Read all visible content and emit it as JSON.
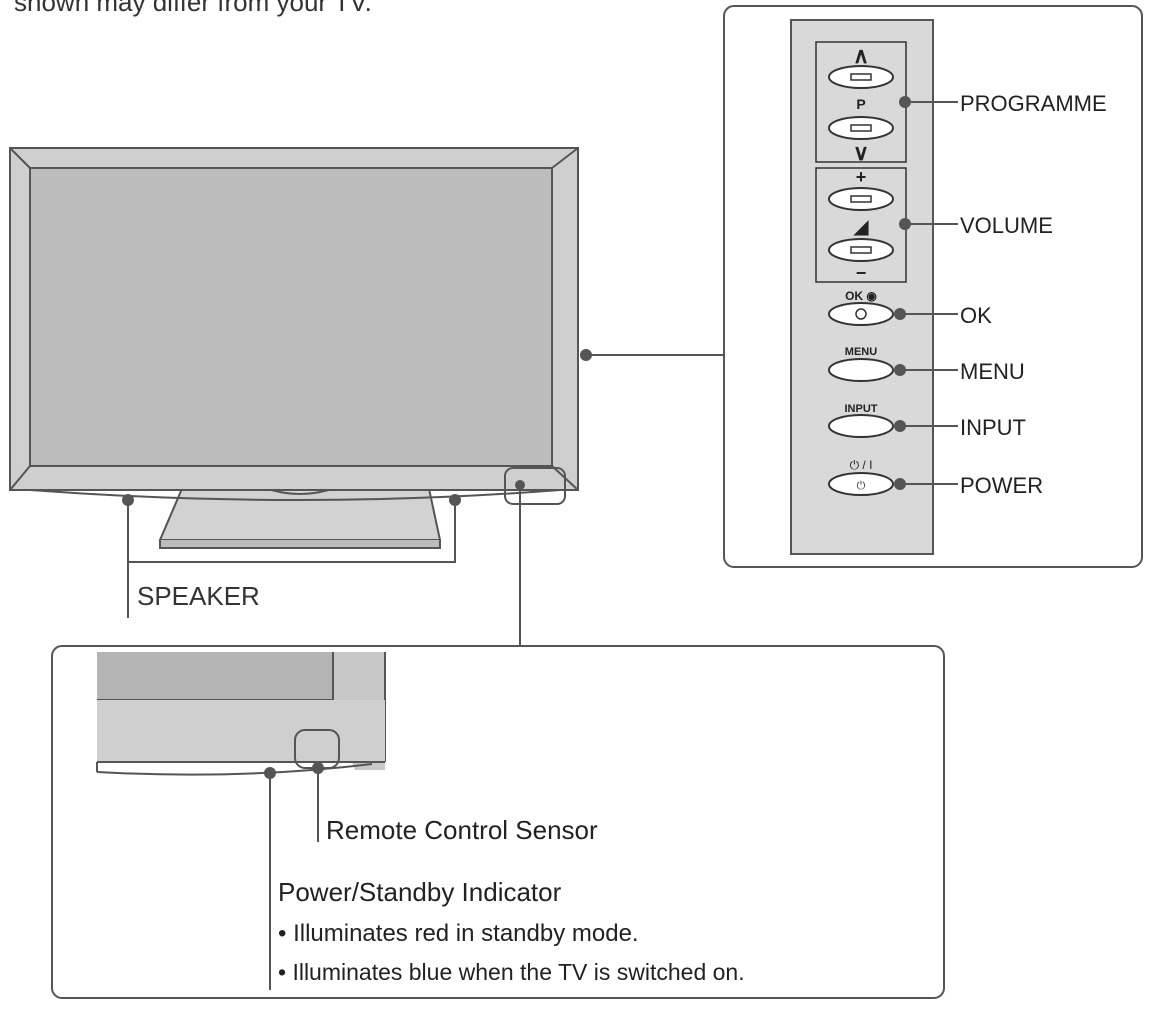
{
  "intro_text": "shown may differ from your TV.",
  "colors": {
    "line": "#555555",
    "bezel": "#c8c8c8",
    "screen": "#b4b4b4",
    "panel": "#d9d9d9",
    "dot": "#555555"
  },
  "side_panel": {
    "programme_up_symbol": "∧",
    "programme_symbol": "P",
    "programme_down_symbol": "∨",
    "volume_plus_symbol": "+",
    "volume_symbol": "◢",
    "volume_minus_symbol": "−",
    "ok_symbol": "OK ◉",
    "menu_symbol": "MENU",
    "input_symbol": "INPUT",
    "power_symbol": "⏻ / I"
  },
  "labels": {
    "programme": "PROGRAMME",
    "volume": "VOLUME",
    "ok": "OK",
    "menu": "MENU",
    "input": "INPUT",
    "power": "POWER",
    "speaker": "SPEAKER",
    "remote_sensor": "Remote Control Sensor",
    "power_indicator": "Power/Standby Indicator",
    "indicator_note_1": "• Illuminates red in standby mode.",
    "indicator_note_2": "• Illuminates blue when the TV is switched on."
  }
}
